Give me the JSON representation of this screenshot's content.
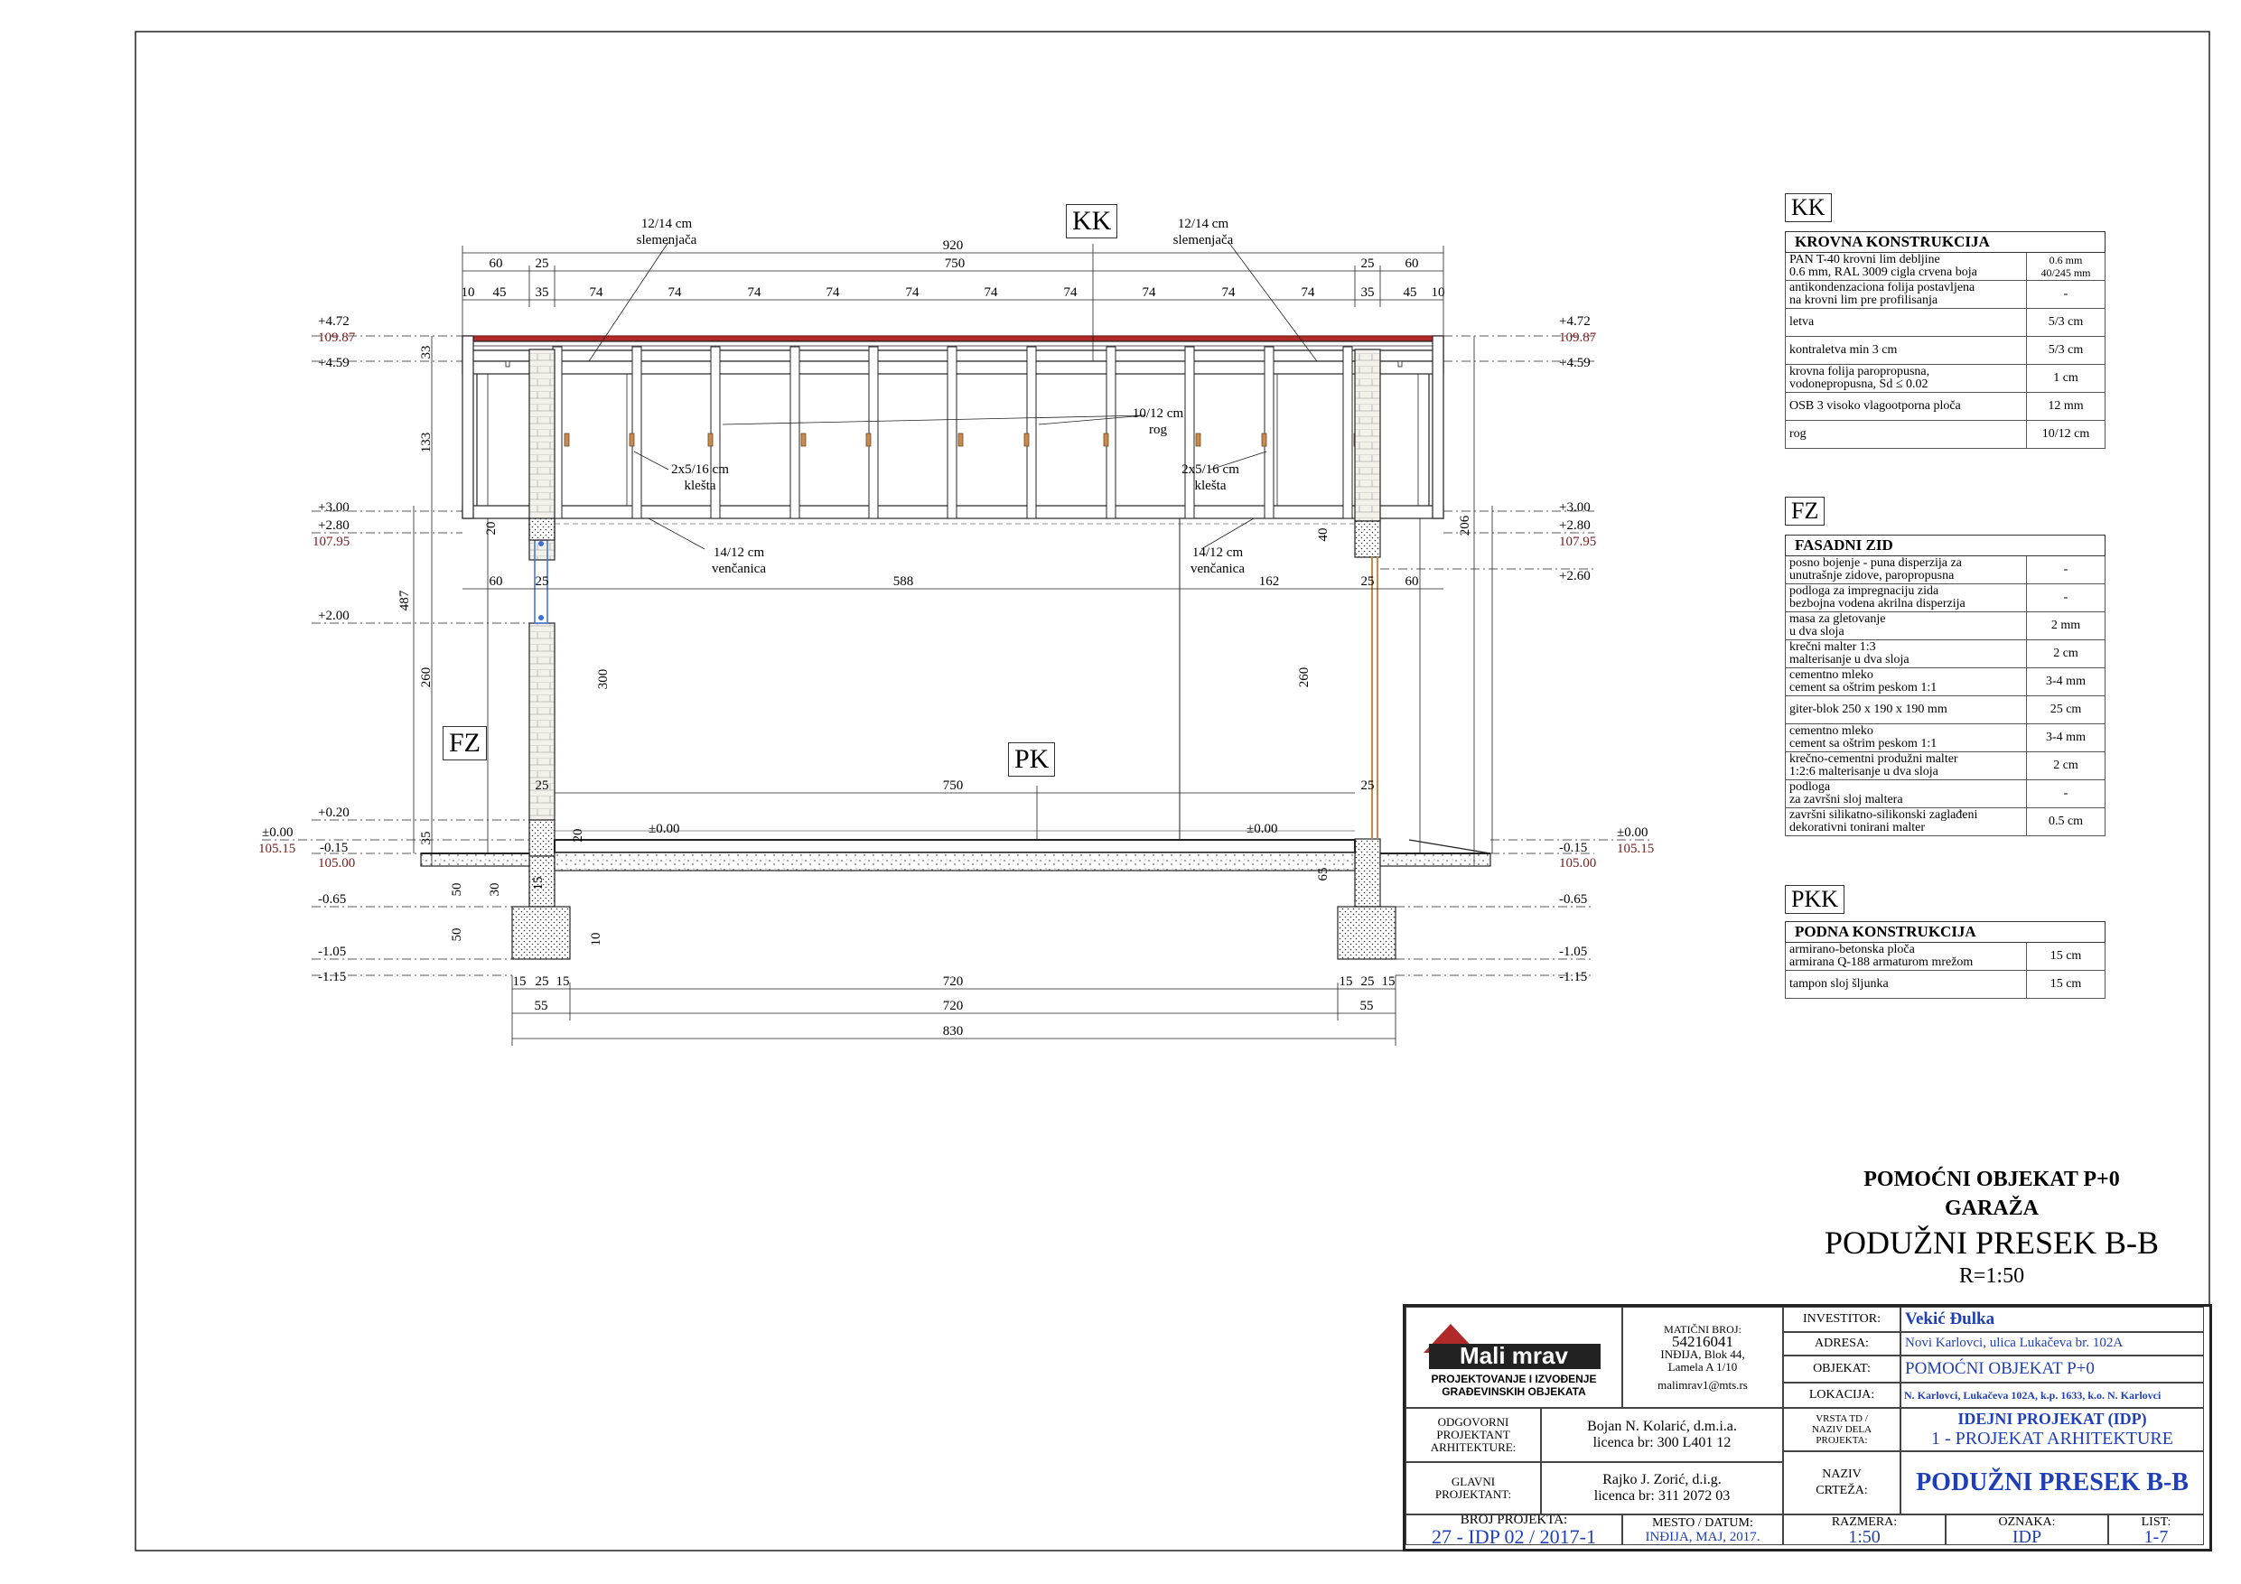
{
  "drawing": {
    "tags": {
      "kk": "KK",
      "fz": "FZ",
      "pk": "PK"
    },
    "callouts": {
      "slemenjaca_left": [
        "12/14 cm",
        "slemenjača"
      ],
      "slemenjaca_right": [
        "12/14 cm",
        "slemenjača"
      ],
      "rog": [
        "10/12 cm",
        "rog"
      ],
      "klesta_left": [
        "2x5/16 cm",
        "klešta"
      ],
      "klesta_right": [
        "2x5/16 cm",
        "klešta"
      ],
      "vencanica_left": [
        "14/12 cm",
        "venčanica"
      ],
      "vencanica_right": [
        "14/12 cm",
        "venčanica"
      ]
    },
    "dim_top": {
      "total": "920",
      "row2": [
        "60",
        "25",
        "750",
        "25",
        "60"
      ],
      "row3": [
        "10",
        "45",
        "35",
        "74",
        "74",
        "74",
        "74",
        "74",
        "74",
        "74",
        "74",
        "74",
        "74",
        "35",
        "45",
        "10"
      ]
    },
    "dim_bottom": {
      "row1": [
        "15",
        "25",
        "15",
        "720",
        "15",
        "25",
        "15"
      ],
      "row2": [
        "55",
        "720",
        "55"
      ],
      "total": "830"
    },
    "dim_mid": {
      "top_row": [
        "60",
        "25",
        "588",
        "162",
        "25",
        "60"
      ],
      "floor": [
        "25",
        "750",
        "25"
      ]
    },
    "levels_left": [
      "+4.72",
      "109.87",
      "+4.59",
      "+3.00",
      "+2.80",
      "107.95",
      "+2.00",
      "+0.20",
      "±0.00",
      "105.15",
      "-0.15",
      "105.00",
      "-0.65",
      "-1.05",
      "-1.15"
    ],
    "levels_right": [
      "+4.72",
      "109.87",
      "+4.59",
      "+3.00",
      "+2.80",
      "107.95",
      "+2.60",
      "-0.15",
      "105.00",
      "±0.00",
      "105.15",
      "-0.65",
      "-1.05",
      "-1.15"
    ],
    "floor_marks": [
      "±0.00",
      "±0.00"
    ],
    "vertical_dims": [
      "487",
      "33",
      "133",
      "20",
      "260",
      "35",
      "50",
      "50",
      "300",
      "260",
      "40",
      "65",
      "10",
      "30",
      "15",
      "20",
      "206"
    ]
  },
  "tables": {
    "kk": {
      "tag": "KK",
      "heading": "KROVNA KONSTRUKCIJA",
      "rows": [
        {
          "text": [
            "PAN T-40 krovni lim debljine",
            "0.6 mm, RAL 3009 cigla crvena boja"
          ],
          "value": [
            "0.6 mm",
            "40/245 mm"
          ]
        },
        {
          "text": [
            "antikondenzaciona folija postavljena",
            "na krovni lim pre profilisanja"
          ],
          "value": [
            "-"
          ]
        },
        {
          "text": [
            "letva"
          ],
          "value": [
            "5/3 cm"
          ]
        },
        {
          "text": [
            "kontraletva min 3 cm"
          ],
          "value": [
            "5/3 cm"
          ]
        },
        {
          "text": [
            "krovna folija paropropusna,",
            "vodonepropusna, Sd ≤ 0.02"
          ],
          "value": [
            "1 cm"
          ]
        },
        {
          "text": [
            "OSB 3 visoko vlagootporna ploča"
          ],
          "value": [
            "12 mm"
          ]
        },
        {
          "text": [
            "rog"
          ],
          "value": [
            "10/12 cm"
          ]
        }
      ]
    },
    "fz": {
      "tag": "FZ",
      "heading": "FASADNI ZID",
      "rows": [
        {
          "text": [
            "posno bojenje - puna disperzija za",
            "unutrašnje zidove, paropropusna"
          ],
          "value": [
            "-"
          ]
        },
        {
          "text": [
            "podloga za impregnaciju zida",
            "bezbojna vodena akrilna disperzija"
          ],
          "value": [
            "-"
          ]
        },
        {
          "text": [
            "masa za gletovanje",
            "u dva sloja"
          ],
          "value": [
            "2 mm"
          ]
        },
        {
          "text": [
            "krečni malter 1:3",
            "malterisanje u dva sloja"
          ],
          "value": [
            "2 cm"
          ]
        },
        {
          "text": [
            "cementno mleko",
            "cement sa oštrim peskom 1:1"
          ],
          "value": [
            "3-4 mm"
          ]
        },
        {
          "text": [
            "giter-blok 250 x 190 x 190 mm"
          ],
          "value": [
            "25 cm"
          ]
        },
        {
          "text": [
            "cementno mleko",
            "cement sa oštrim peskom 1:1"
          ],
          "value": [
            "3-4 mm"
          ]
        },
        {
          "text": [
            "krečno-cementni produžni malter",
            "1:2:6 malterisanje u dva sloja"
          ],
          "value": [
            "2 cm"
          ]
        },
        {
          "text": [
            "podloga",
            "za završni sloj maltera"
          ],
          "value": [
            "-"
          ]
        },
        {
          "text": [
            "završni silikatno-silikonski zaglađeni",
            "dekorativni tonirani malter"
          ],
          "value": [
            "0.5 cm"
          ]
        }
      ]
    },
    "pkk": {
      "tag": "PKK",
      "heading": "PODNA KONSTRUKCIJA",
      "rows": [
        {
          "text": [
            "armirano-betonska ploča",
            "armirana Q-188 armaturom mrežom"
          ],
          "value": [
            "15 cm"
          ]
        },
        {
          "text": [
            "tampon sloj šljunka"
          ],
          "value": [
            "15 cm"
          ]
        }
      ]
    }
  },
  "caption": {
    "line1": "POMOĆNI OBJEKAT P+0",
    "line2": "GARAŽA",
    "title": "PODUŽNI PRESEK B-B",
    "scale": "R=1:50"
  },
  "title_block": {
    "logo_text": "Mali mrav",
    "company_line1": "PROJEKTOVANJE I IZVOĐENJE",
    "company_line2": "GRAĐEVINSKIH OBJEKATA",
    "maticni_label": "MATIČNI BROJ:",
    "maticni_value": "54216041",
    "address_line1": "INĐIJA, Blok 44,",
    "address_line2": "Lamela A 1/10",
    "email": "malimrav1@mts.rs",
    "odgovorni_label": [
      "ODGOVORNI",
      "PROJEKTANT",
      "ARHITEKTURE:"
    ],
    "odgovorni_name": "Bojan N. Kolarić, d.m.i.a.",
    "odgovorni_lic": "licenca br: 300 L401 12",
    "glavni_label": [
      "GLAVNI",
      "PROJEKTANT:"
    ],
    "glavni_name": "Rajko J. Zorić, d.i.g.",
    "glavni_lic": "licenca br: 311 2072 03",
    "investitor_label": "INVESTITOR:",
    "investitor_value": "Vekić Đulka",
    "adresa_label": "ADRESA:",
    "adresa_value": "Novi Karlovci, ulica Lukačeva br. 102A",
    "objekat_label": "OBJEKAT:",
    "objekat_value": "POMOĆNI OBJEKAT  P+0",
    "lokacija_label": "LOKACIJA:",
    "lokacija_value": "N. Karlovci, Lukačeva 102A, k.p. 1633, k.o. N. Karlovci",
    "vrsta_label": [
      "VRSTA TD /",
      "NAZIV DELA",
      "PROJEKTA:"
    ],
    "vrsta_value1": "IDEJNI PROJEKAT (IDP)",
    "vrsta_value2": "1 - PROJEKAT ARHITEKTURE",
    "naziv_label": [
      "NAZIV",
      "CRTEŽA:"
    ],
    "naziv_value": "PODUŽNI PRESEK B-B",
    "broj_label": "BROJ PROJEKTA:",
    "broj_value": "27 - IDP 02 / 2017-1",
    "mesto_label": "MESTO / DATUM:",
    "mesto_value": "INĐIJA, MAJ, 2017.",
    "razmera_label": "RAZMERA:",
    "razmera_value": "1:50",
    "oznaka_label": "OZNAKA:",
    "oznaka_value": "IDP",
    "list_label": "LIST:",
    "list_value": "1-7"
  },
  "colors": {
    "line": "#222222",
    "level_red": "#7a1a1a",
    "timber_brown": "#c98a4a",
    "accent_blue": "#1f3fb8",
    "window_blue": "#3a6fd8"
  }
}
